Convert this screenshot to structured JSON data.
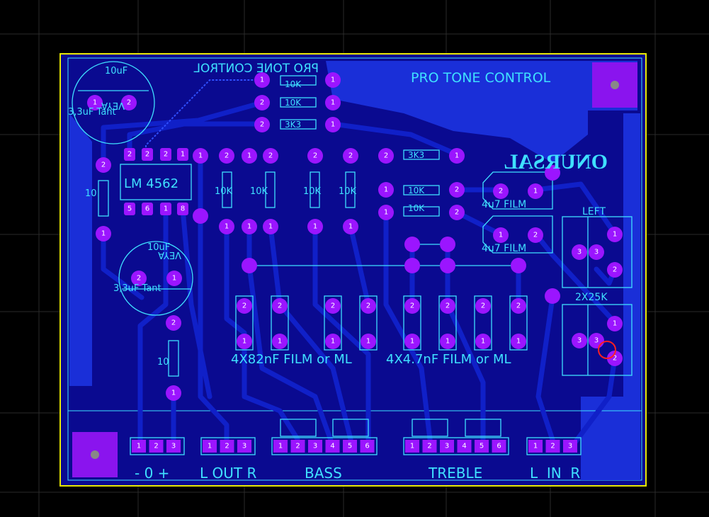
{
  "board": {
    "title": "PRO TONE CONTROL",
    "title_mirrored": "PRO TONE CONTROL",
    "logo_mirrored": "ONURSAL",
    "colors": {
      "background": "#000000",
      "board_outline": "#e8e800",
      "copper": "#1a2fd8",
      "silkscreen": "#3fe0ff",
      "pad": "#9b15ff"
    }
  },
  "components": {
    "cap_top_left": {
      "value": "10uF",
      "label_mirrored": "VEYA",
      "alt": "3,3uF Tant"
    },
    "cap_mid_left": {
      "value": "10uF",
      "label_mirrored": "VEYA",
      "alt": "3,3uF Tant"
    },
    "ic": "LM 4562",
    "res_10k_top": "10K",
    "res_10k_2": "10K",
    "res_3k3_1": "3K3",
    "res_3k3_2": "3K3",
    "res_10_a": "10",
    "res_10_b": "10",
    "res_v1": "10K",
    "res_v2": "10K",
    "res_v3": "10K",
    "res_v4": "10K",
    "res_h1": "10K",
    "res_h2": "10K",
    "film1": "4u7 FILM",
    "film2": "4u7 FILM",
    "pot_left": "LEFT",
    "pot_value": "2X25K",
    "caps_bass_label": "4X82nF FILM or ML",
    "caps_treble_label": "4X4.7nF FILM or ML"
  },
  "connectors": {
    "power": {
      "label": "- 0 +",
      "pins": [
        "1",
        "2",
        "3"
      ]
    },
    "lout": {
      "label": "L OUT R",
      "pins": [
        "1",
        "2",
        "3"
      ]
    },
    "bass": {
      "label": "BASS",
      "pins": [
        "1",
        "2",
        "3",
        "4",
        "5",
        "6"
      ]
    },
    "treble": {
      "label": "TREBLE",
      "pins": [
        "1",
        "2",
        "3",
        "4",
        "5",
        "6"
      ]
    },
    "lin": {
      "label": "L  IN  R",
      "pins": [
        "1",
        "2",
        "3"
      ]
    }
  },
  "pad_labels": {
    "one": "1",
    "two": "2",
    "three": "3",
    "four": "4",
    "five": "5",
    "six": "6",
    "eight": "8"
  }
}
